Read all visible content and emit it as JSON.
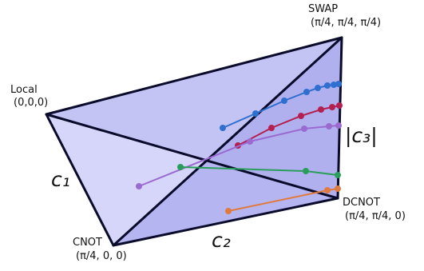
{
  "vertices": {
    "local": {
      "name": "Local",
      "coords": "(0,0,0)"
    },
    "swap": {
      "name": "SWAP",
      "coords": "(π/4, π/4, π/4)"
    },
    "cnot": {
      "name": "CNOT",
      "coords": "(π/4, 0, 0)"
    },
    "dcnot": {
      "name": "DCNOT",
      "coords": "(π/4, π/4, 0)"
    }
  },
  "axes": {
    "c1": "c₁",
    "c2": "c₂",
    "c3": "|c₃|"
  },
  "colors": {
    "face_light": "#c8c8f8",
    "face_mid": "#b4b4f0",
    "face_dark": "#a8a8ec",
    "edge": "#0a0a2a",
    "blue": "#2f6fcf",
    "crimson": "#b3204f",
    "purple": "#9a6ad0",
    "green": "#2a9d5a",
    "orange": "#e07a3e"
  }
}
